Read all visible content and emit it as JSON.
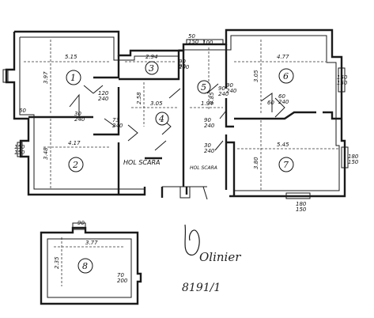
{
  "rooms": {
    "r1": {
      "number": "1",
      "width": "5.15",
      "height": "3.97"
    },
    "r2": {
      "number": "2",
      "width": "4.17",
      "height": "3.48"
    },
    "r3": {
      "number": "3",
      "width": "2.94"
    },
    "r4": {
      "number": "4",
      "width": "3.05",
      "height": "2.58"
    },
    "r5": {
      "number": "5",
      "width": "1.94",
      "height": "3.85"
    },
    "r6": {
      "number": "6",
      "width": "4.77",
      "height": "3.05"
    },
    "r7": {
      "number": "7",
      "width": "5.45",
      "height": "3.80"
    },
    "r8": {
      "number": "8",
      "width": "3.77",
      "height": "2.35"
    }
  },
  "openings": {
    "o1": "50\n150",
    "o2": "90\n200",
    "o3": "120\n240",
    "o4": "90\n240",
    "o5": "60\n240",
    "o6": "90\n240",
    "o7": "73\n240",
    "o8": "30\n240",
    "o9": "30\n240",
    "o10": "90\n240",
    "o11": "150\n150",
    "o12": "150\n150",
    "o13": "180\n150",
    "o14": "180\n150",
    "o15": "70\n200",
    "o16": "90"
  },
  "labels": {
    "hol_scara_1": "HOL  SCARA",
    "hol_scara_2": "HOL  SCARA",
    "small_90": "90",
    "small_60": "60",
    "small_100": "100",
    "small_60b": "60"
  },
  "handwriting": {
    "signature": "Olinier",
    "number": "8191/1"
  }
}
